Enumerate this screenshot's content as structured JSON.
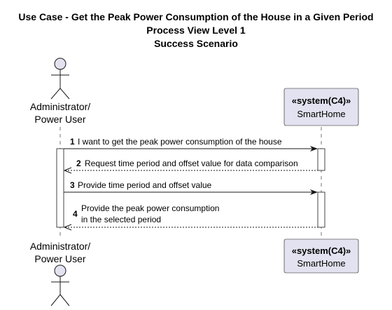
{
  "title_lines": [
    "Use Case - Get the Peak Power Consumption of the House in a Given Period",
    "Process View Level 1",
    "Success Scenario"
  ],
  "actor": {
    "label_lines": [
      "Administrator/",
      "Power User"
    ]
  },
  "system": {
    "stereotype": "«system(C4)»",
    "name": "SmartHome"
  },
  "messages": [
    {
      "number": "1",
      "text_lines": [
        "I want to get the peak power consumption of the house"
      ],
      "direction": "to-system",
      "style": "solid"
    },
    {
      "number": "2",
      "text_lines": [
        "Request time period and offset value for data comparison"
      ],
      "direction": "to-actor",
      "style": "dashed"
    },
    {
      "number": "3",
      "text_lines": [
        "Provide time period and offset value"
      ],
      "direction": "to-system",
      "style": "solid"
    },
    {
      "number": "4",
      "text_lines": [
        "Provide the peak power consumption",
        "in the selected period"
      ],
      "direction": "to-actor",
      "style": "dashed"
    }
  ],
  "colors": {
    "participant_fill": "#e2e2f0",
    "border": "#181818",
    "lifeline": "#181818",
    "activation_fill": "#ffffff"
  }
}
